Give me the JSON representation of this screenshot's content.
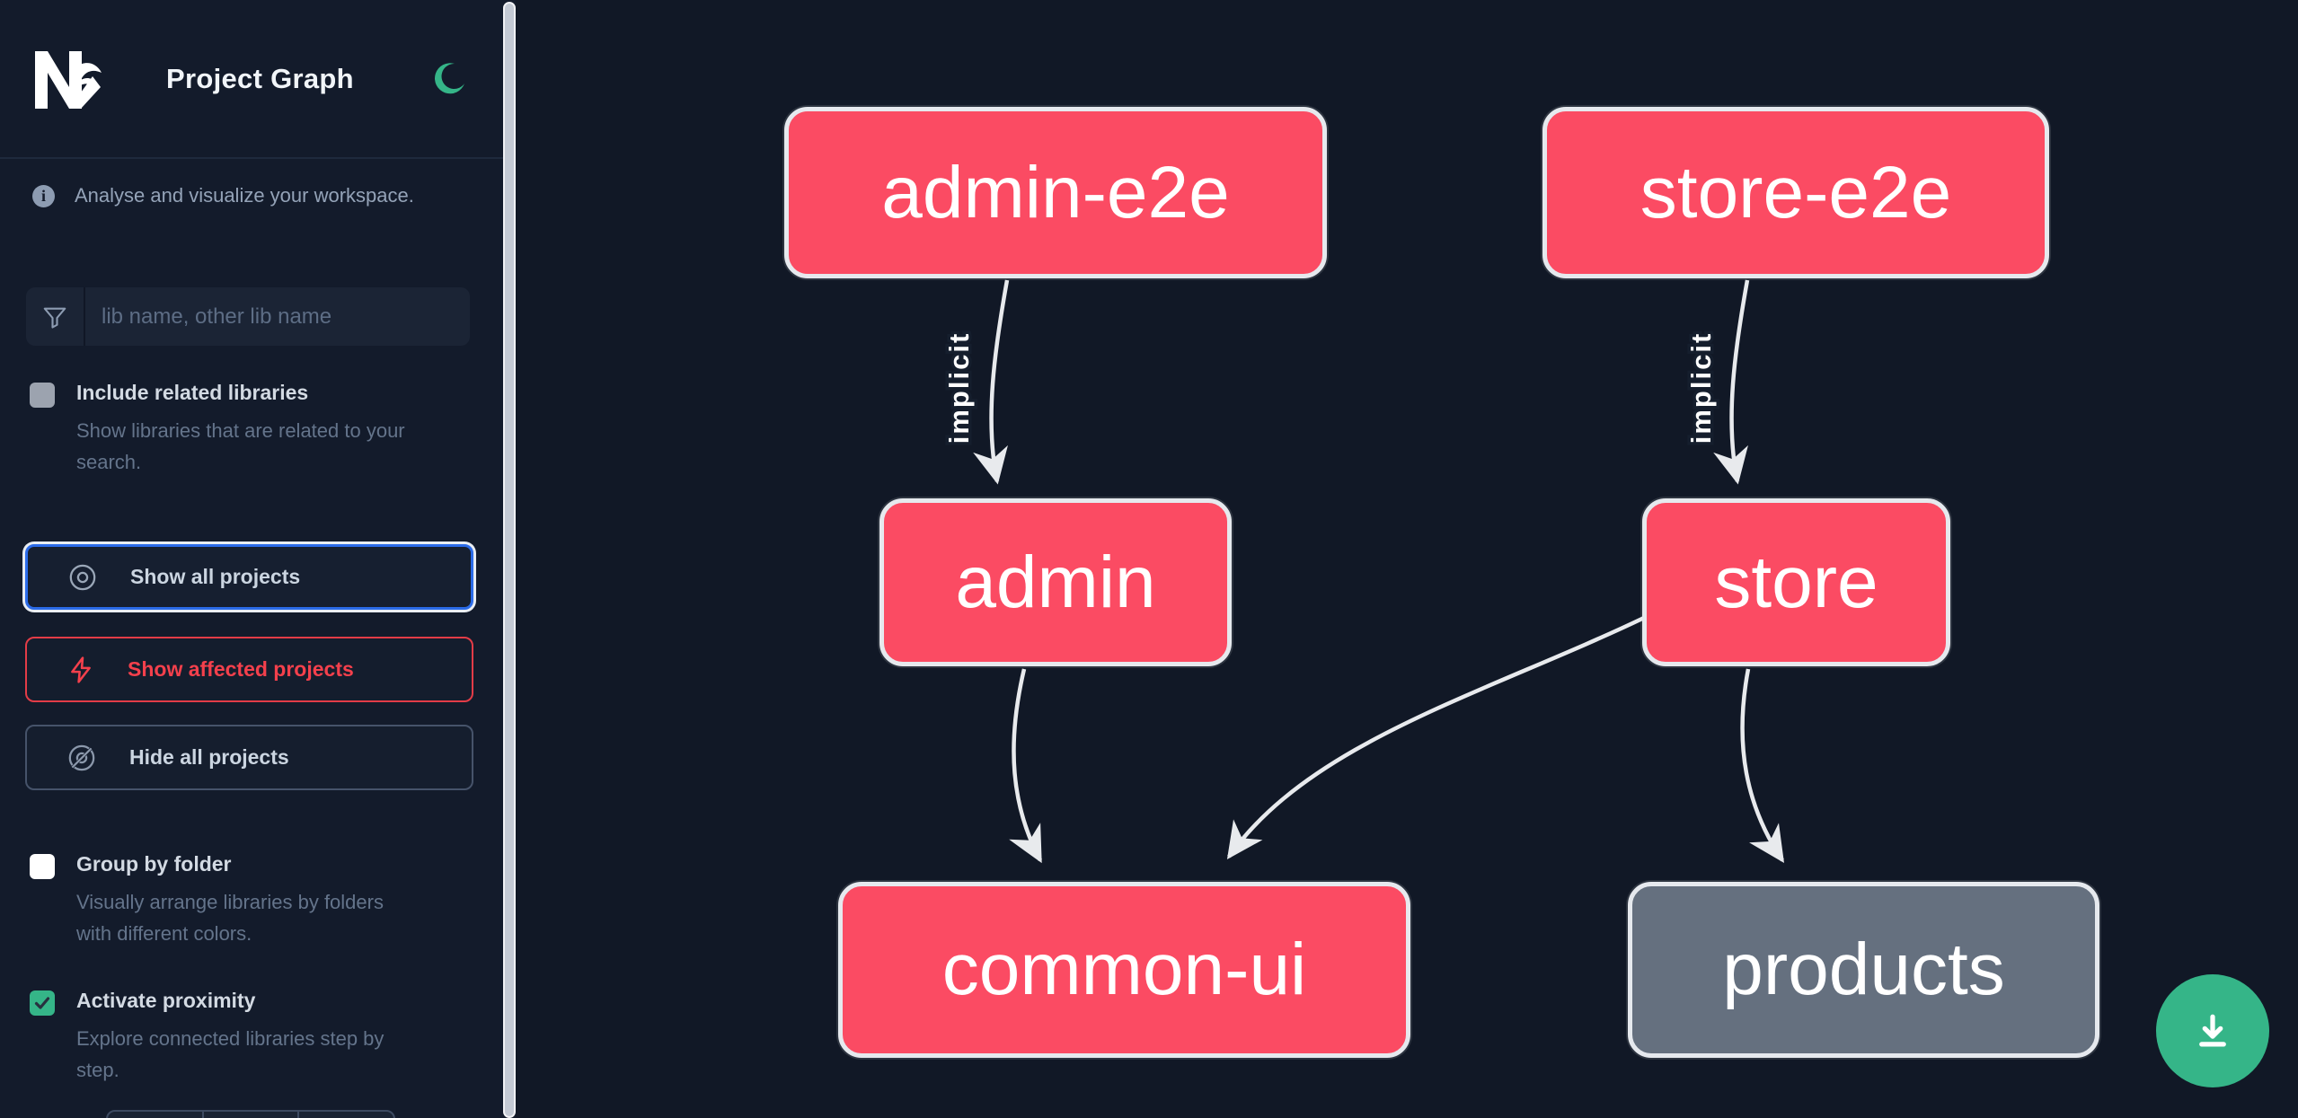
{
  "app": {
    "title": "Project Graph"
  },
  "colors": {
    "sidebar_bg": "#131b2b",
    "canvas_bg": "#111826",
    "accent_green": "#35b588",
    "accent_blue": "#2b6be8",
    "accent_red": "#e33c47",
    "node_affected": "#fb4b63",
    "node_default": "#65707f",
    "edge": "#e8eaed"
  },
  "sidebar": {
    "tagline": "Analyse and visualize your workspace.",
    "search": {
      "placeholder": "lib name, other lib name",
      "value": ""
    },
    "buttons": [
      {
        "label": "Show all projects",
        "icon": "eye-icon",
        "state": "focused"
      },
      {
        "label": "Show affected projects",
        "icon": "bolt-icon",
        "state": "default"
      },
      {
        "label": "Hide all projects",
        "icon": "eye-slash-icon",
        "state": "default"
      }
    ],
    "options": [
      {
        "label": "Include related libraries",
        "description": "Show libraries that are related to your search.",
        "checked": false
      },
      {
        "label": "Group by folder",
        "description": "Visually arrange libraries by folders with different colors.",
        "checked": false
      },
      {
        "label": "Activate proximity",
        "description": "Explore connected libraries step by step.",
        "checked": true
      }
    ]
  },
  "graph": {
    "nodes": [
      {
        "id": "admin-e2e",
        "label": "admin-e2e",
        "type": "affected"
      },
      {
        "id": "store-e2e",
        "label": "store-e2e",
        "type": "affected"
      },
      {
        "id": "admin",
        "label": "admin",
        "type": "affected"
      },
      {
        "id": "store",
        "label": "store",
        "type": "affected"
      },
      {
        "id": "common-ui",
        "label": "common-ui",
        "type": "affected"
      },
      {
        "id": "products",
        "label": "products",
        "type": "default"
      }
    ],
    "edges": [
      {
        "from": "admin-e2e",
        "to": "admin",
        "label": "implicit"
      },
      {
        "from": "store-e2e",
        "to": "store",
        "label": "implicit"
      },
      {
        "from": "admin",
        "to": "common-ui",
        "label": ""
      },
      {
        "from": "store",
        "to": "common-ui",
        "label": ""
      },
      {
        "from": "store",
        "to": "products",
        "label": ""
      }
    ]
  }
}
